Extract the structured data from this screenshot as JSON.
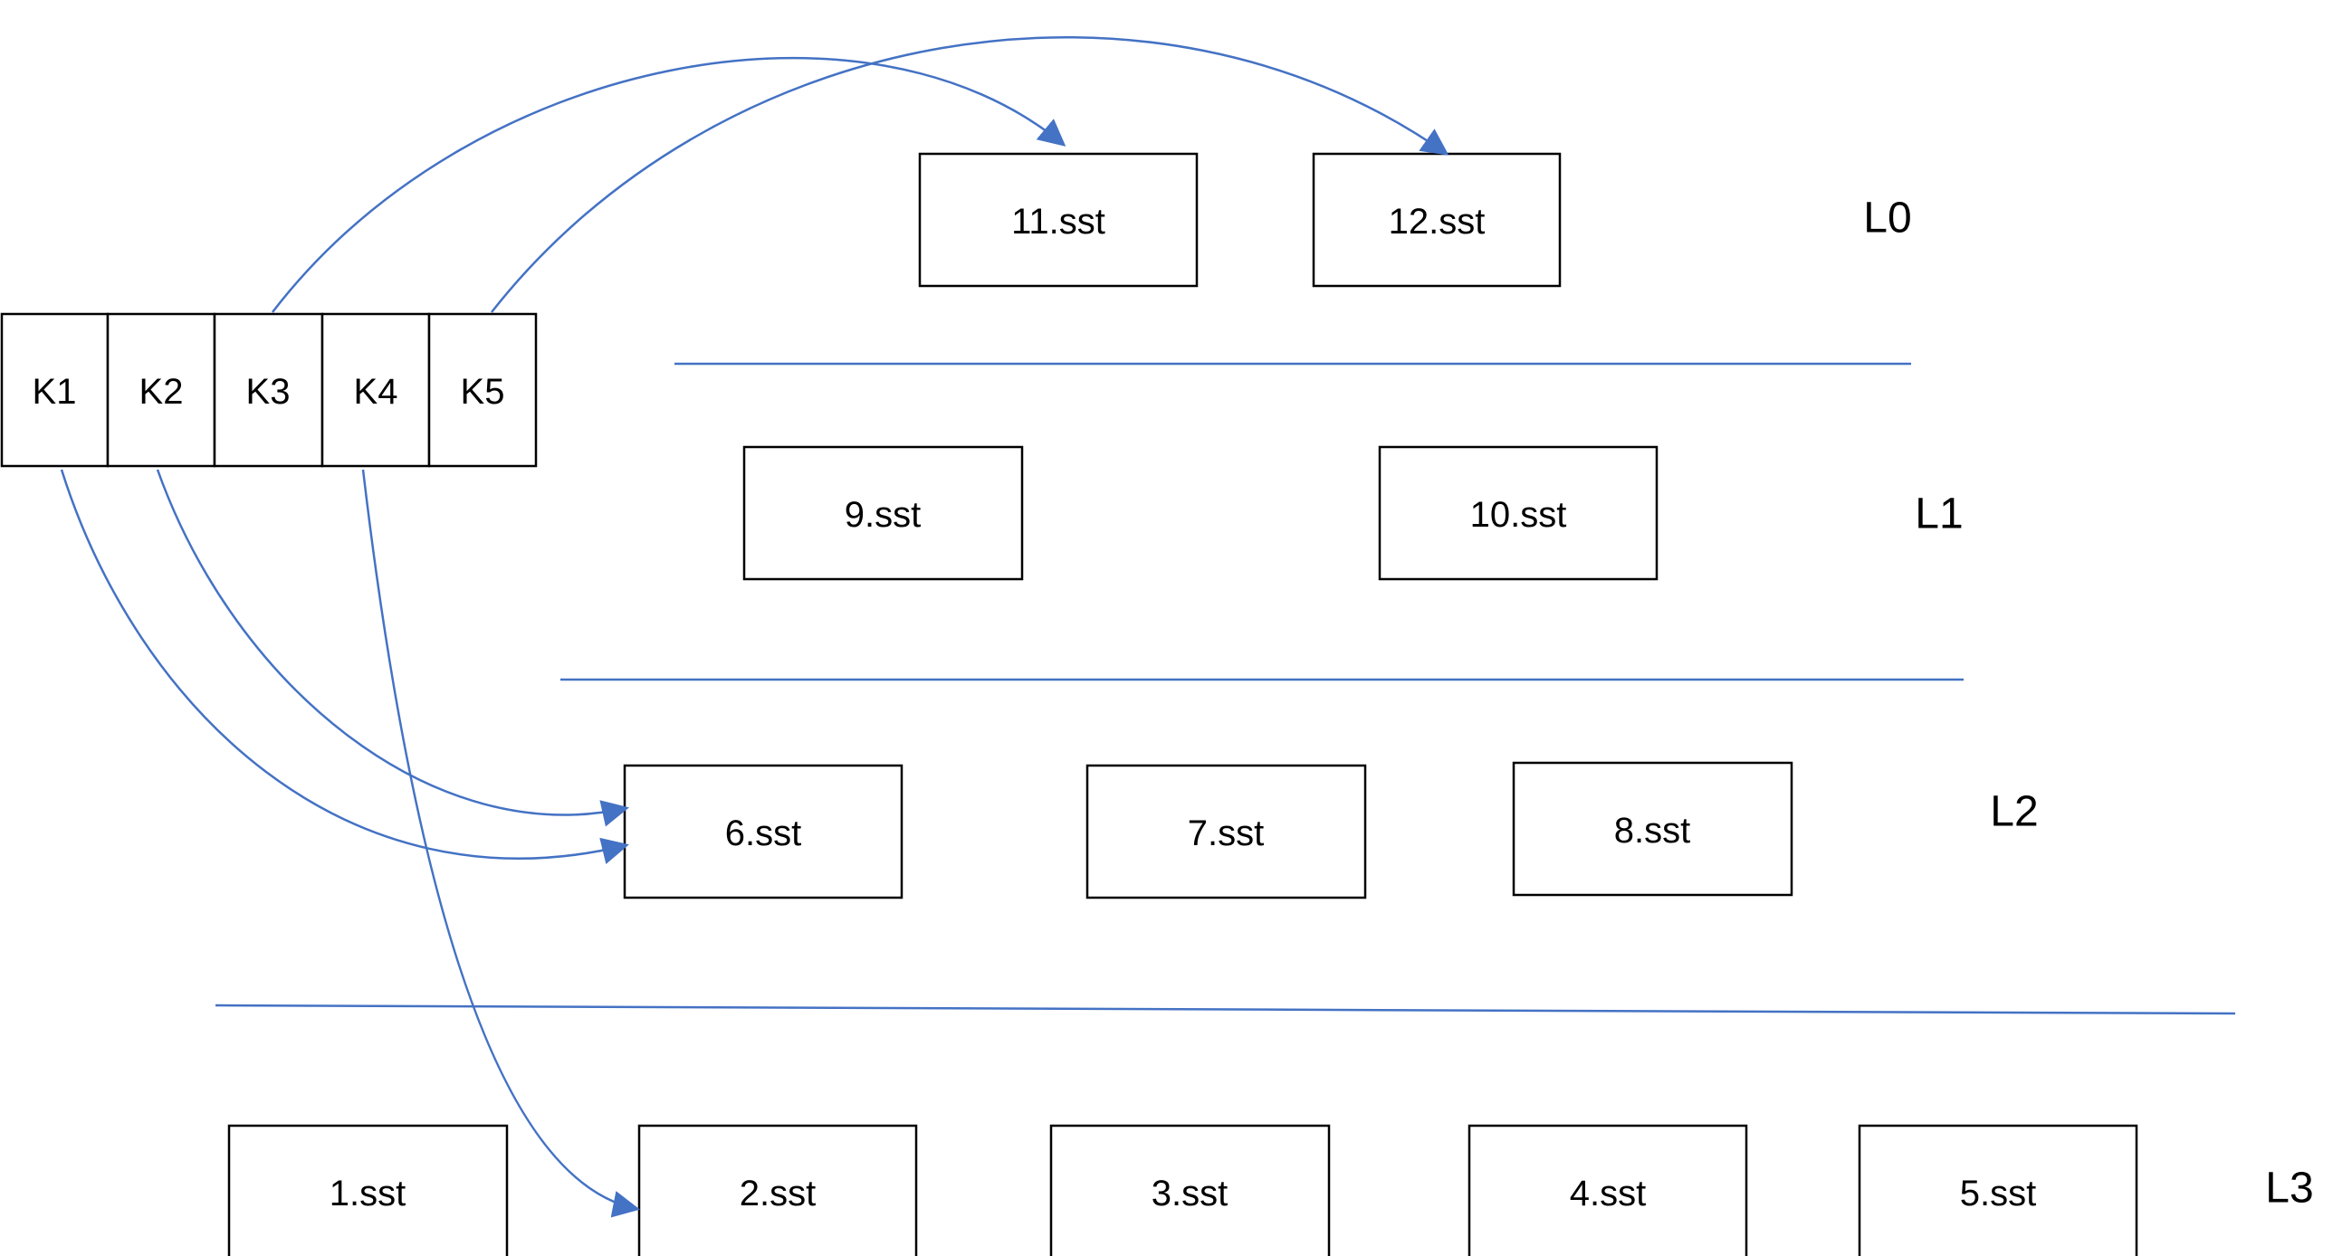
{
  "keys": [
    {
      "label": "K1"
    },
    {
      "label": "K2"
    },
    {
      "label": "K3"
    },
    {
      "label": "K4"
    },
    {
      "label": "K5"
    }
  ],
  "files": [
    {
      "label": "11.sst",
      "level": "L0"
    },
    {
      "label": "12.sst",
      "level": "L0"
    },
    {
      "label": "9.sst",
      "level": "L1"
    },
    {
      "label": "10.sst",
      "level": "L1"
    },
    {
      "label": "6.sst",
      "level": "L2"
    },
    {
      "label": "7.sst",
      "level": "L2"
    },
    {
      "label": "8.sst",
      "level": "L2"
    },
    {
      "label": "1.sst",
      "level": "L3"
    },
    {
      "label": "2.sst",
      "level": "L3"
    },
    {
      "label": "3.sst",
      "level": "L3"
    },
    {
      "label": "4.sst",
      "level": "L3"
    },
    {
      "label": "5.sst",
      "level": "L3"
    }
  ],
  "levels": [
    {
      "label": "L0"
    },
    {
      "label": "L1"
    },
    {
      "label": "L2"
    },
    {
      "label": "L3"
    }
  ],
  "mappings": [
    {
      "key": "K3",
      "file": "11.sst"
    },
    {
      "key": "K5",
      "file": "12.sst"
    },
    {
      "key": "K1",
      "file": "6.sst"
    },
    {
      "key": "K2",
      "file": "6.sst"
    },
    {
      "key": "K4",
      "file": "2.sst"
    }
  ],
  "colors": {
    "line": "#4472c4",
    "box_stroke": "#000000",
    "background": "#ffffff"
  }
}
